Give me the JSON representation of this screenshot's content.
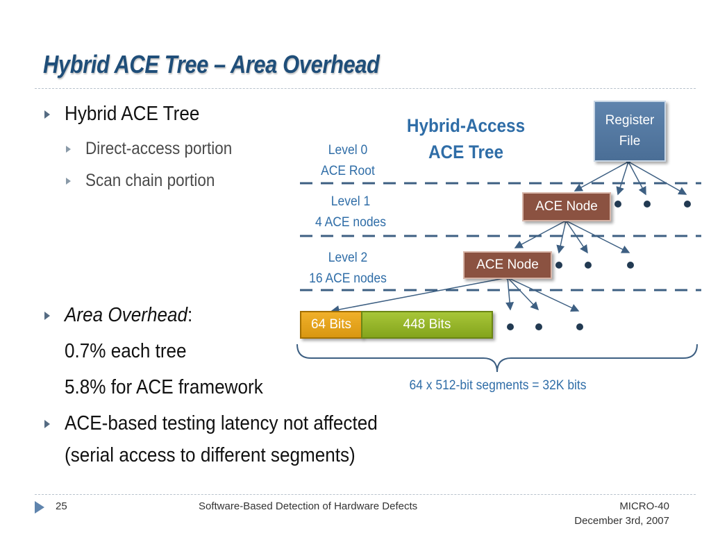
{
  "slide": {
    "title": "Hybrid ACE Tree – Area Overhead"
  },
  "bullets": {
    "b1": "Hybrid ACE Tree",
    "b1_sub1": "Direct-access portion",
    "b1_sub2": "Scan chain portion",
    "b2_italic": "Area Overhead",
    "b2_colon": ":",
    "b2_line1": "0.7% each tree",
    "b2_line2": "5.8% for ACE framework",
    "b3_line1": "ACE-based testing latency not affected",
    "b3_line2": "(serial access to different segments)"
  },
  "diagram": {
    "title_line1": "Hybrid-Access",
    "title_line2": "ACE Tree",
    "level0_line1": "Level 0",
    "level0_line2": "ACE Root",
    "level1_line1": "Level 1",
    "level1_line2": "4 ACE nodes",
    "level2_line1": "Level 2",
    "level2_line2": "16 ACE nodes",
    "register_line1": "Register",
    "register_line2": "File",
    "ace_node_label": "ACE Node",
    "seg_64": "64 Bits",
    "seg_448": "448 Bits",
    "brace_caption": "64 x 512-bit segments = 32K bits",
    "colors": {
      "accent": "#2f6da7",
      "register_file": "#5a7fa8",
      "ace_node": "#8b5241",
      "seg_64": "#e8a61f",
      "seg_448": "#98b52a",
      "dashed_level": "#3d5f82"
    }
  },
  "footer": {
    "page_number": "25",
    "center": "Software-Based Detection of Hardware Defects",
    "right_line1": "MICRO-40",
    "right_line2": "December 3rd, 2007"
  }
}
